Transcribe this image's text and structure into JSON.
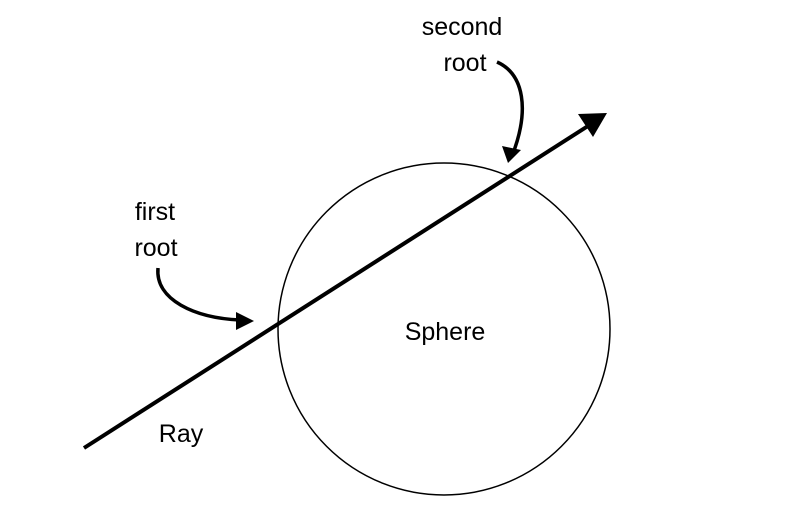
{
  "labels": {
    "second_root_line1": "second",
    "second_root_line2": "root",
    "first_root_line1": "first",
    "first_root_line2": "root",
    "sphere": "Sphere",
    "ray": "Ray"
  },
  "colors": {
    "stroke": "#000000",
    "background": "#ffffff"
  }
}
